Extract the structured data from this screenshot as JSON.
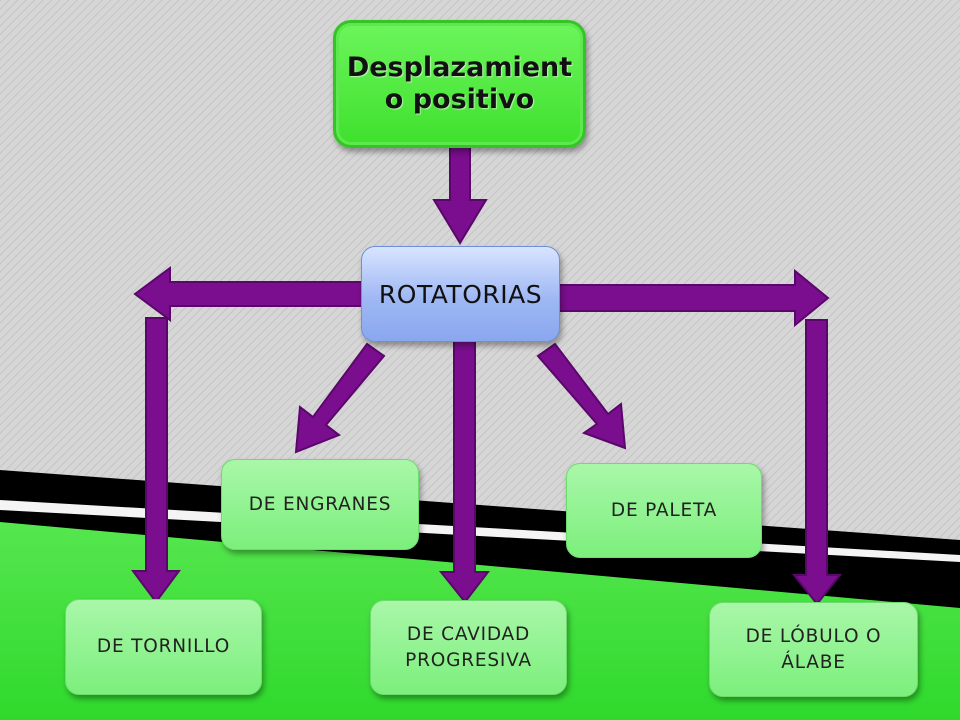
{
  "diagram": {
    "root": {
      "label": "Desplazamient o positivo",
      "line1": "Desplazamient",
      "line2": "o positivo"
    },
    "category": {
      "label": "ROTATORIAS"
    },
    "types": [
      {
        "id": "engranes",
        "label": "DE ENGRANES"
      },
      {
        "id": "paleta",
        "label": "DE PALETA"
      },
      {
        "id": "tornillo",
        "label": "DE TORNILLO"
      },
      {
        "id": "cavidad",
        "label": "DE CAVIDAD PROGRESIVA",
        "line1": "DE CAVIDAD",
        "line2": "PROGRESIVA"
      },
      {
        "id": "lobulo",
        "label": "DE LÓBULO O ÁLABE",
        "line1": "DE LÓBULO O",
        "line2": "ÁLABE"
      }
    ]
  },
  "colors": {
    "background": "#d3d3d3",
    "arrow": "#7a0e8e",
    "root_fill": "#4fea3d",
    "category_fill": "#9fb8f4",
    "leaf_fill": "#8ef28e",
    "bottom_band_green": "#3ee23a",
    "bottom_band_black": "#000000"
  }
}
